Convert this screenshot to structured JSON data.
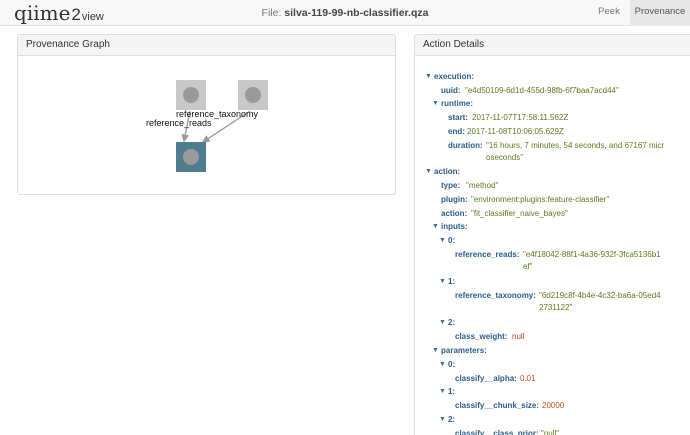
{
  "header": {
    "logo_q": "q",
    "logo_ime": "iime",
    "logo_two": "2",
    "logo_view": "view",
    "file_label": "File:",
    "file_name": "silva-119-99-nb-classifier.qza",
    "nav": {
      "peek": "Peek",
      "provenance": "Provenance"
    }
  },
  "graph_panel": {
    "title": "Provenance Graph",
    "edge_labels": {
      "taxonomy": "reference_taxonomy",
      "reads": "reference_reads"
    }
  },
  "details_panel": {
    "title": "Action Details",
    "tree": {
      "execution": "execution:",
      "uuid_key": "uuid:",
      "uuid_val": "\"e4d50109-6d1d-455d-98fb-6f7baa7acd44\"",
      "runtime": "runtime:",
      "start_key": "start:",
      "start_val": "2017-11-07T17:58:11.562Z",
      "end_key": "end:",
      "end_val": "2017-11-08T10:06:05.629Z",
      "duration_key": "duration:",
      "duration_val_1": "\"16 hours, 7 minutes, 54 seconds, and 67167 micr",
      "duration_val_2": "oseconds\"",
      "action": "action:",
      "type_key": "type:",
      "type_val": "\"method\"",
      "plugin_key": "plugin:",
      "plugin_val": "\"environment:plugins:feature-classifier\"",
      "action_key": "action:",
      "action_val": "\"fit_classifier_naive_bayes\"",
      "inputs": "inputs:",
      "idx0": "0:",
      "reads_key": "reference_reads:",
      "reads_val_1": "\"e4f18042-88f1-4a36-932f-3fca5136b1",
      "reads_val_2": "ef\"",
      "idx1": "1:",
      "taxonomy_key": "reference_taxonomy:",
      "taxonomy_val_1": "\"6d219c8f-4b4e-4c32-ba6a-05ed4",
      "taxonomy_val_2": "2731122\"",
      "idx2": "2:",
      "class_weight_key": "class_weight:",
      "class_weight_val": "null",
      "parameters": "parameters:",
      "pidx0": "0:",
      "alpha_key": "classify__alpha:",
      "alpha_val": "0.01",
      "pidx1": "1:",
      "chunk_key": "classify__chunk_size:",
      "chunk_val": "20000",
      "pidx2": "2:",
      "prior_key": "classify__class_prior:",
      "prior_val": "\"null\""
    }
  },
  "colors": {
    "input_node": "#c8c8c8",
    "output_node": "#4f7c8f",
    "node_dot": "#9a9a9a",
    "key": "#2b5c8a",
    "string_value": "#5b7a1f",
    "number_value": "#c0541a"
  }
}
